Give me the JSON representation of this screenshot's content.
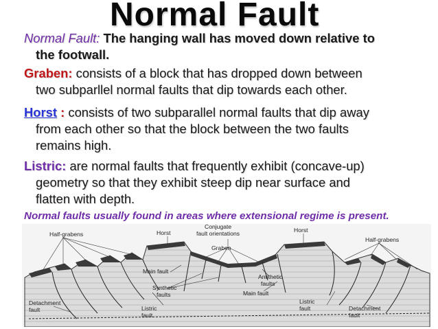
{
  "title": "Normal Fault",
  "normal_fault": {
    "term": "Normal Fault:",
    "line1": " The hanging wall has moved down relative to",
    "line2": "the footwall."
  },
  "graben": {
    "term": "Graben:",
    "line1": " consists of a block that has dropped down between",
    "line2": "two subparllel normal faults that dip towards each other."
  },
  "horst": {
    "lead": " ",
    "term": "Horst",
    "sep": " :",
    "line1": " consists of two subparallel  normal faults that dip away",
    "line2": "from each other so that the block between the two faults",
    "line3": "remains high."
  },
  "listric": {
    "term": "Listric:",
    "line1": " are normal faults that frequently exhibit (concave-up)",
    "line2": "geometry so that they exhibit steep dip near surface and",
    "line3": "flatten with depth."
  },
  "footer_note": "Normal faults usually found in areas where extensional regime is present.",
  "diagram_labels": {
    "half_grabens_left": "Half-grabens",
    "half_grabens_right": "Half-grabens",
    "horst_left": "Horst",
    "horst_right": "Horst",
    "conjugate_1": "Conjugate",
    "conjugate_2": "fault orientations",
    "graben": "Graben",
    "main_fault_left": "Main fault",
    "main_fault_right": "Main fault",
    "synthetic_1": "Synthetic",
    "synthetic_2": "faults",
    "antithetic_1": "Antithetic",
    "antithetic_2": "faults",
    "detachment_left_1": "Detachment",
    "detachment_left_2": "fault",
    "listric_left_1": "Listric",
    "listric_left_2": "fault",
    "listric_right_1": "Listric",
    "listric_right_2": "fault",
    "detachment_right_1": "Detachment",
    "detachment_right_2": "fault"
  },
  "colors": {
    "purple": "#6f2da8",
    "red": "#c0171a",
    "blue": "#2a35d6"
  }
}
